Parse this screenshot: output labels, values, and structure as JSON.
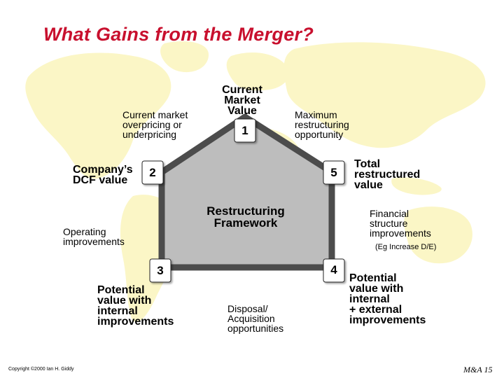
{
  "title": "What Gains from the Merger?",
  "center_label": "Restructuring\nFramework",
  "nodes": [
    {
      "number": "1",
      "label": "Current\nMarket\nValue"
    },
    {
      "number": "2",
      "label": "Company’s\nDCF value"
    },
    {
      "number": "3",
      "label": "Potential\nvalue with\ninternal\nimprovements"
    },
    {
      "number": "4",
      "label": "Potential\nvalue with\ninternal\n+ external\nimprovements"
    },
    {
      "number": "5",
      "label": "Total\nrestructured\nvalue"
    }
  ],
  "edges": {
    "e1_2": "Current market\noverpricing or\nunderpricing",
    "e1_5": "Maximum\nrestructuring\nopportunity",
    "e2_3": "Operating\nimprovements",
    "e3_4": "Disposal/\nAcquisition\nopportunities",
    "e5_4": "Financial\nstructure\nimprovements",
    "e5_4_note": "(Eg Increase D/E)"
  },
  "footer": {
    "copyright": "Copyright ©2000 Ian H. Giddy",
    "page": "M&A 15"
  },
  "colors": {
    "title": "#c8102e",
    "continents": "#fbf6c6",
    "pentagon_fill": "#bdbdbd",
    "pentagon_edge": "#4c4c4c"
  }
}
